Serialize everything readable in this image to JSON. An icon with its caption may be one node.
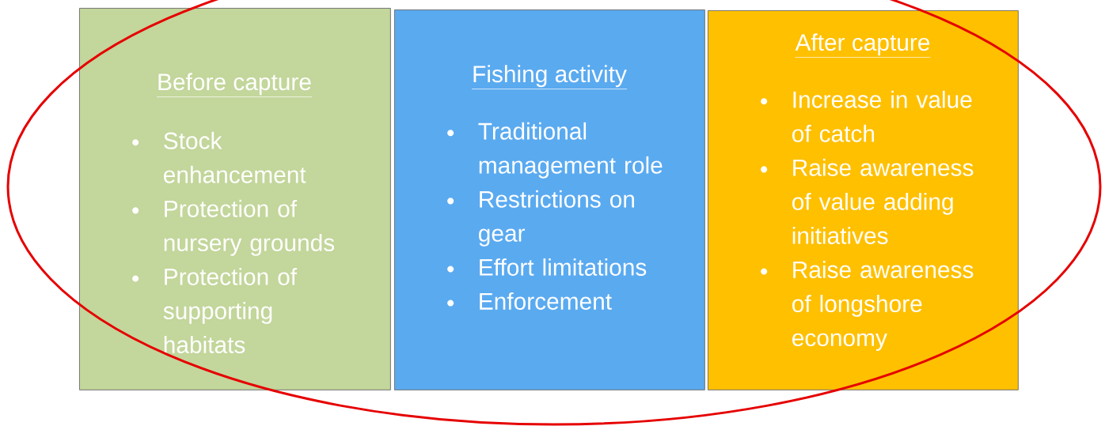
{
  "diagram": {
    "nodes": [
      {
        "text": [
          "Before capture",
          "Stock enhancement",
          "Protection of nursery grounds",
          "Protection of supporting habitats"
        ]
      },
      {
        "text": [
          "Fishing activity",
          "Traditional management role",
          "Restrictions on gear",
          "Effort limitations",
          "Enforcement"
        ]
      },
      {
        "text": [
          "After capture",
          "Increase in value of catch",
          "Raise awareness of value adding initiatives",
          "Raise awareness of longshore economy"
        ]
      }
    ]
  }
}
